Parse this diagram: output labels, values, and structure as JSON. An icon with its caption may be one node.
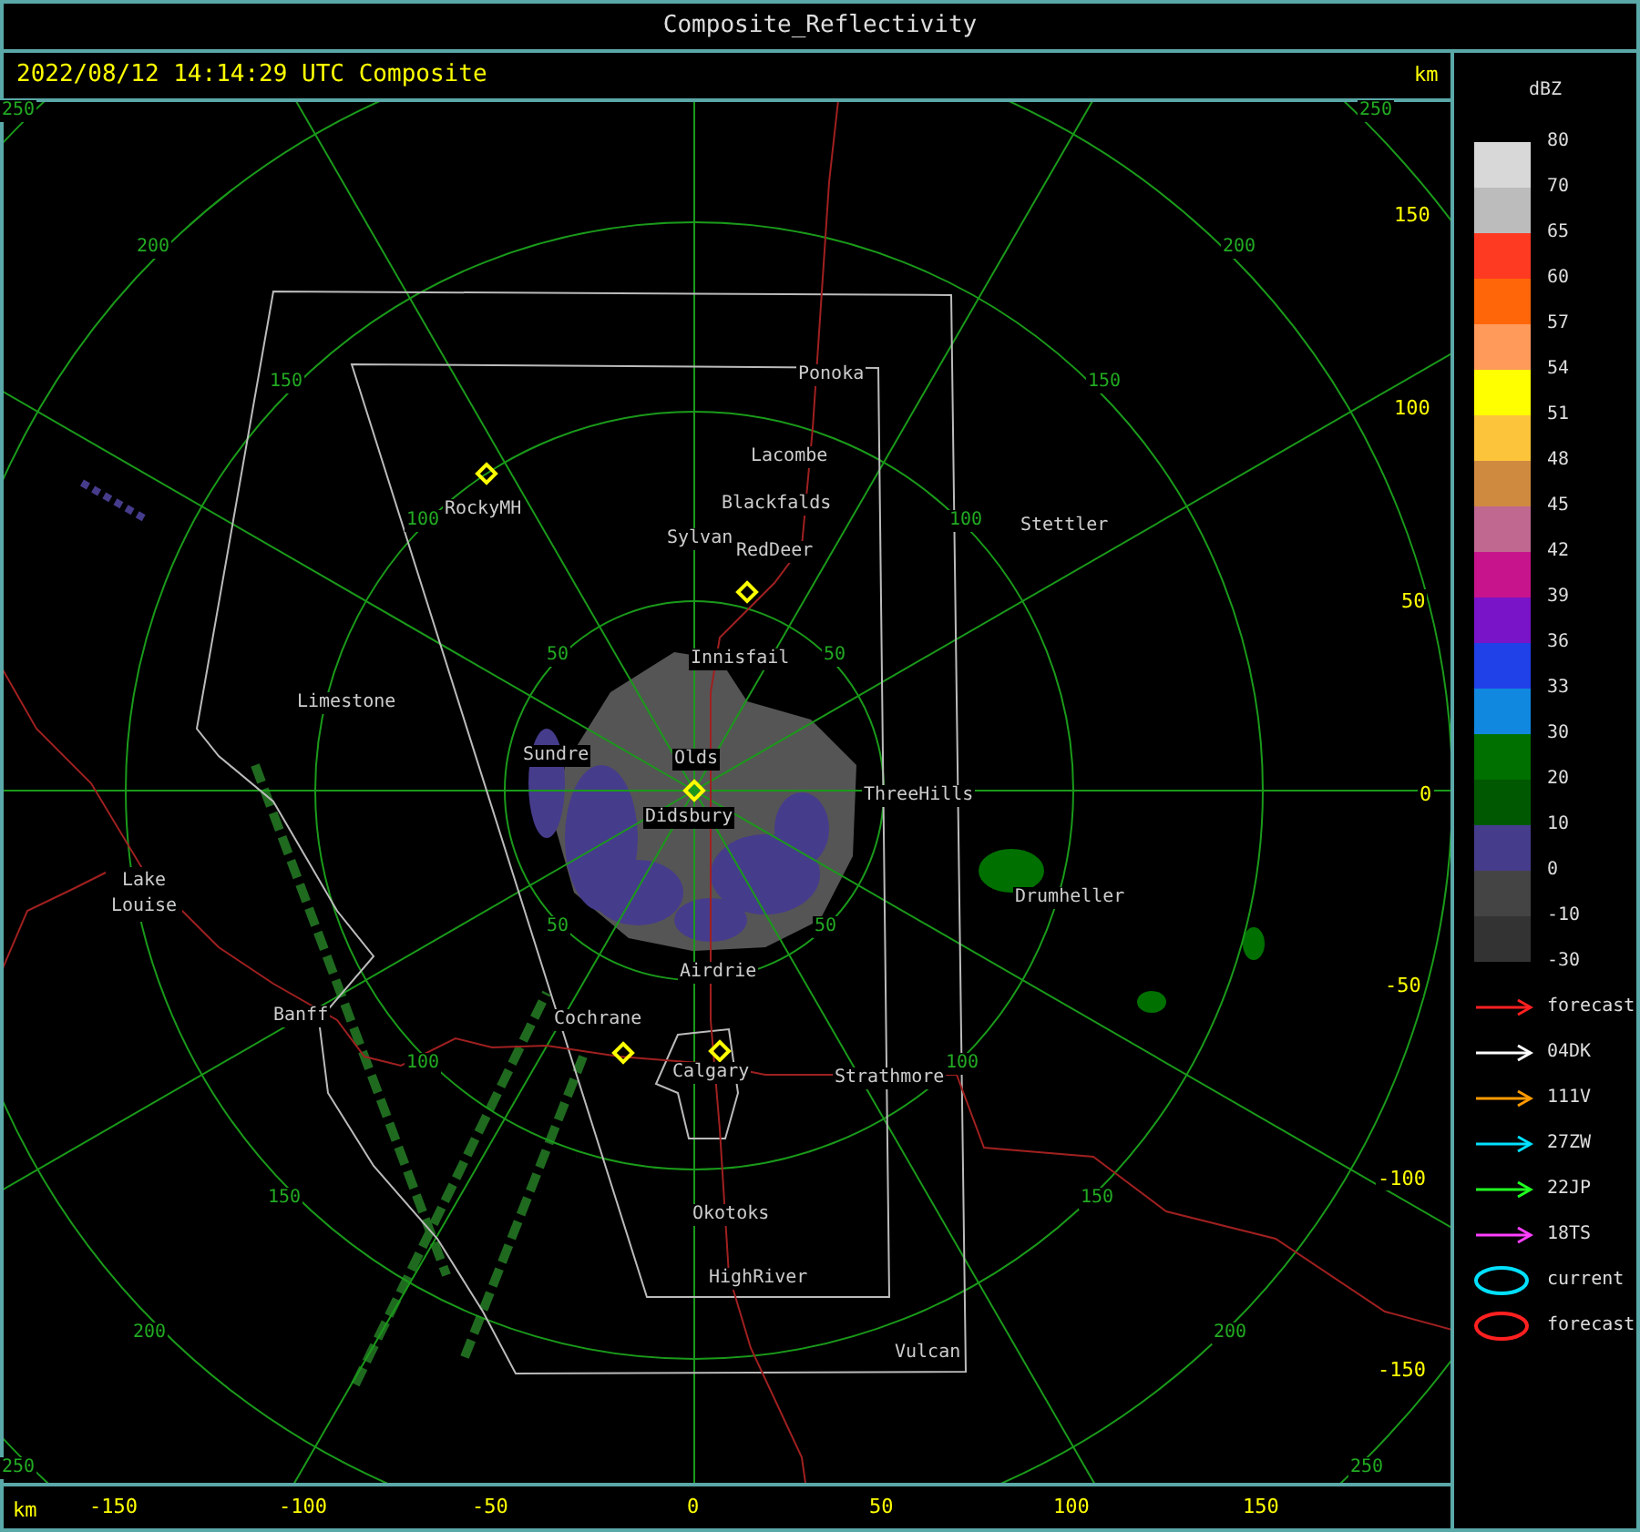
{
  "diagram": {
    "title": "Composite_Reflectivity",
    "labels": [
      "2022/08/12 14:14:29 UTC Composite",
      "km",
      "dBZ",
      "250",
      "250",
      "200",
      "200",
      "150",
      "150",
      "100",
      "100",
      "50",
      "50",
      "Ponoka",
      "Lacombe",
      "RockyMH",
      "Blackfalds",
      "Sylvan",
      "RedDeer",
      "Stettler",
      "Innisfail",
      "Limestone",
      "Sundre",
      "Olds",
      "ThreeHills",
      "Didsbury",
      "Lake Louise",
      "Drumheller",
      "Airdrie",
      "Banff",
      "Cochrane",
      "Calgary",
      "Strathmore",
      "Okotoks",
      "HighRiver",
      "Vulcan",
      "50",
      "50",
      "100",
      "100",
      "150",
      "150",
      "200",
      "200",
      "250",
      "250",
      "150",
      "100",
      "50",
      "0",
      "-50",
      "-100",
      "-150",
      "km",
      "-150",
      "-100",
      "-50",
      "0",
      "50",
      "100",
      "150",
      "-30"
    ],
    "legend": [
      {
        "text": "80",
        "color": "#d8d8d8"
      },
      {
        "text": "70",
        "color": "#bcbcbc"
      },
      {
        "text": "65",
        "color": "#ff3a22"
      },
      {
        "text": "60",
        "color": "#ff660a"
      },
      {
        "text": "57",
        "color": "#ff9a5a"
      },
      {
        "text": "54",
        "color": "#ffff00"
      },
      {
        "text": "51",
        "color": "#fcc43a"
      },
      {
        "text": "48",
        "color": "#d08a40"
      },
      {
        "text": "45",
        "color": "#c06890"
      },
      {
        "text": "42",
        "color": "#c8148c"
      },
      {
        "text": "39",
        "color": "#7a14c8"
      },
      {
        "text": "36",
        "color": "#2040e8"
      },
      {
        "text": "33",
        "color": "#1088e0"
      },
      {
        "text": "30",
        "color": "#007000"
      },
      {
        "text": "20",
        "color": "#005800"
      },
      {
        "text": "10",
        "color": "#463c8c"
      },
      {
        "text": "0",
        "color": "#444444"
      },
      {
        "text": "-10",
        "color": "#333333"
      },
      {
        "text": "forecast"
      },
      {
        "text": "04DK"
      },
      {
        "text": "111V"
      },
      {
        "text": "27ZW"
      },
      {
        "text": "22JP"
      },
      {
        "text": "18TS"
      },
      {
        "text": "current"
      },
      {
        "text": "forecast"
      }
    ]
  }
}
